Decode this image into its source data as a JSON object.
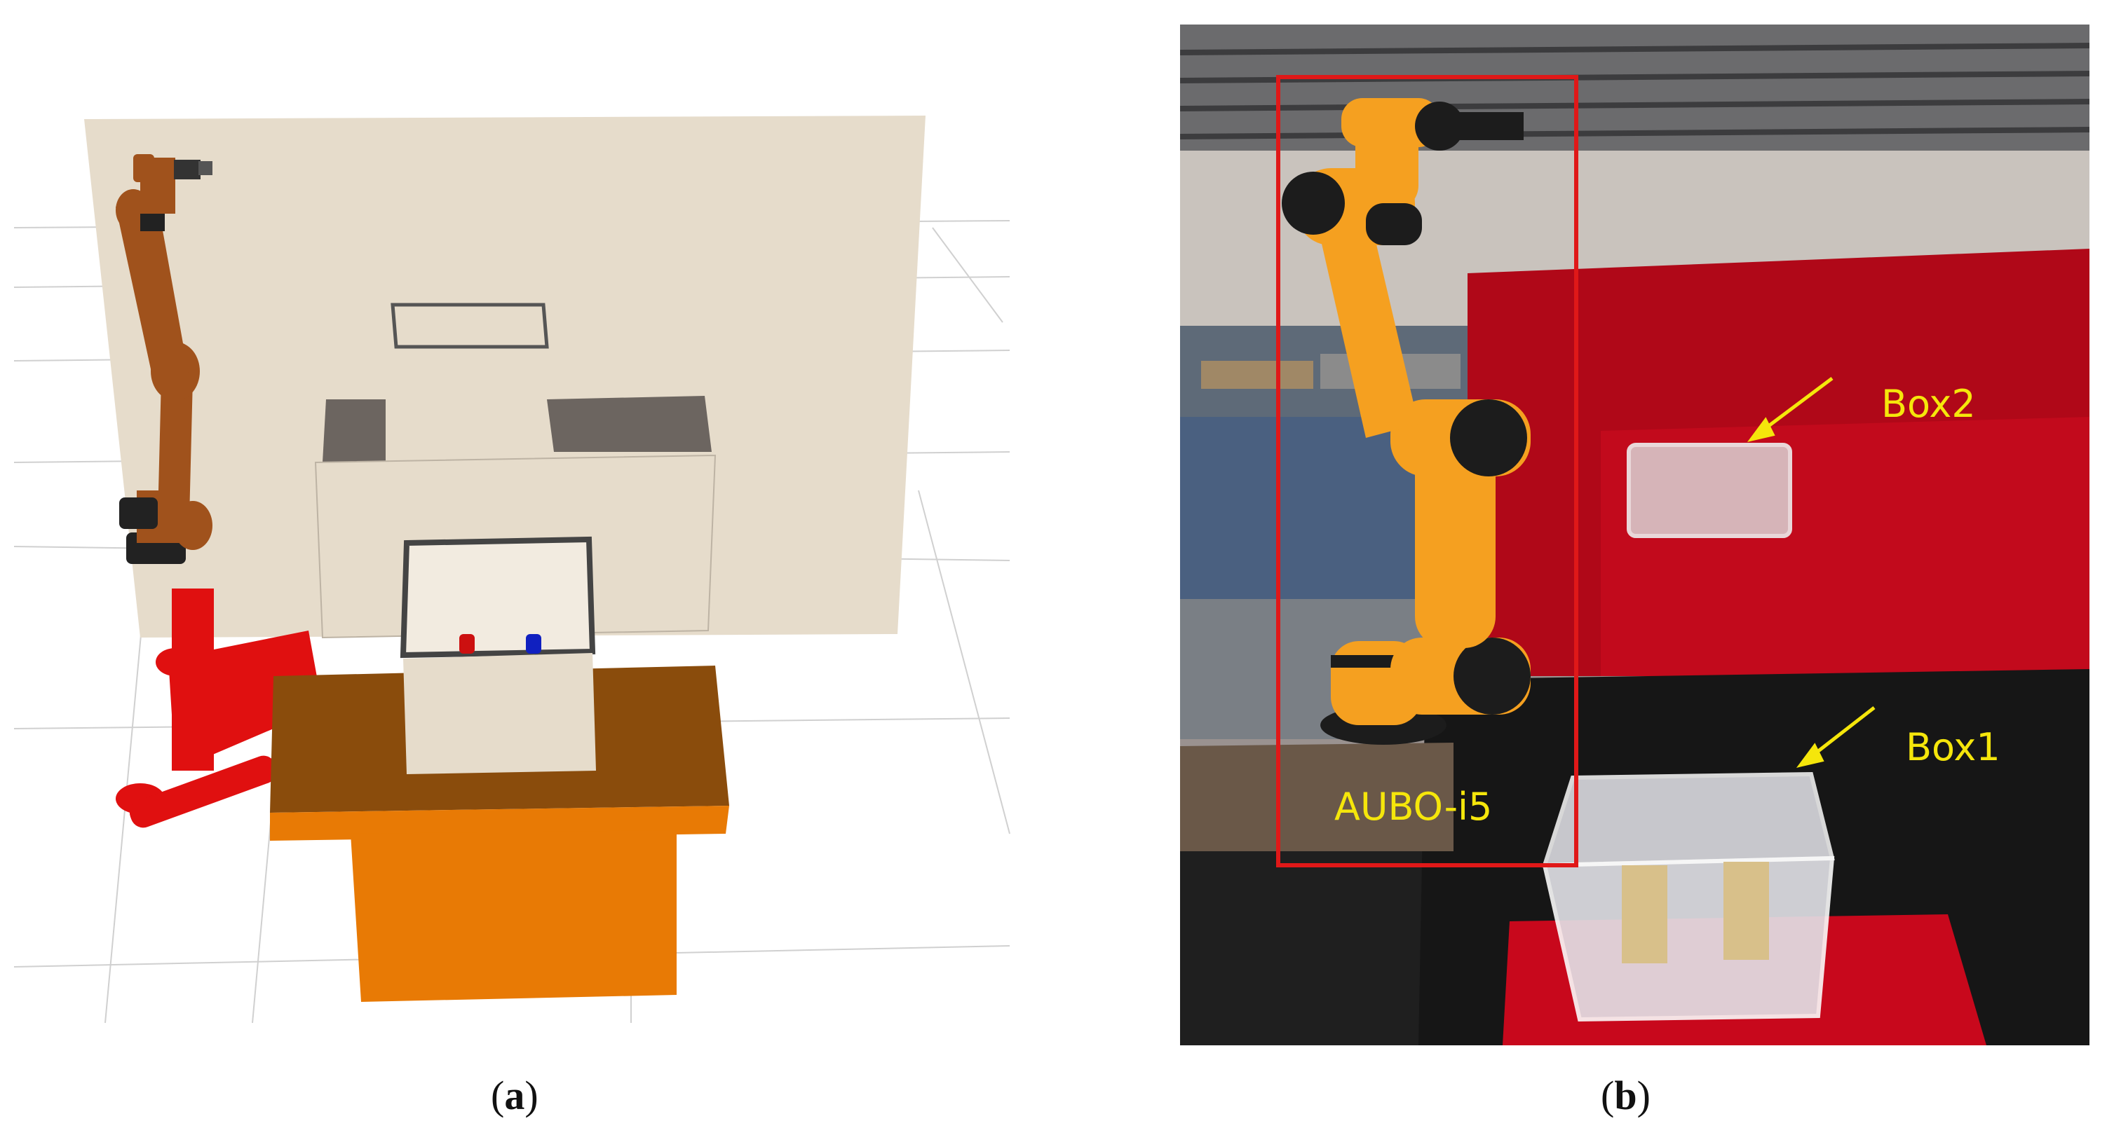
{
  "captions": {
    "a": "a",
    "b": "b"
  },
  "panel_b": {
    "labels": {
      "robot": "AUBO-i5",
      "box1": "Box1",
      "box2": "Box2"
    },
    "colors": {
      "annotation": "#f5e60b",
      "highlight_box": "#e01818"
    }
  },
  "panel_a": {
    "colors": {
      "wall": "#e6dccb",
      "robot_arm": "#a0521c",
      "robot_base": "#e01010",
      "table_top": "#8a4c0c",
      "table_body": "#e87a05",
      "box": "#e6dccb",
      "object_red": "#cc1010",
      "object_blue": "#1020c0"
    }
  }
}
